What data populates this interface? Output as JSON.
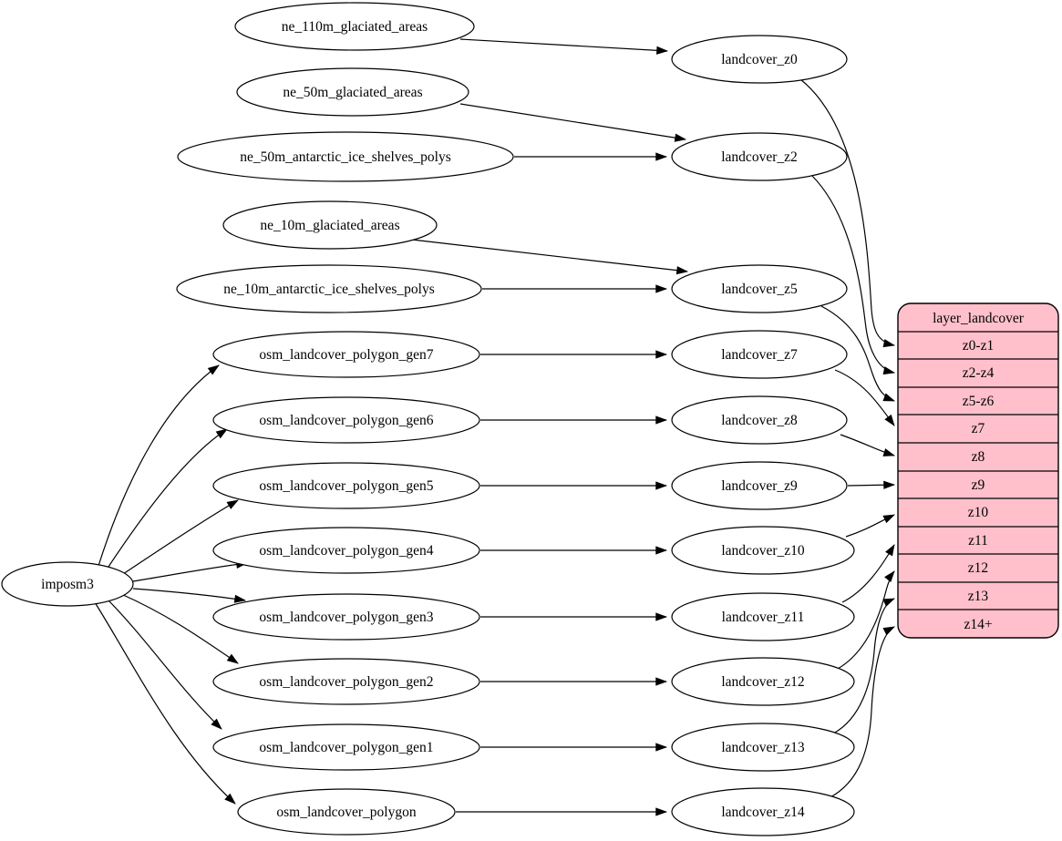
{
  "diagram": {
    "background_color": "#ffffff",
    "edge_color": "#000000",
    "node_fill": "#ffffff",
    "node_stroke": "#000000"
  },
  "nodes": {
    "imposm3": "imposm3",
    "ne_110m_glaciated_areas": "ne_110m_glaciated_areas",
    "ne_50m_glaciated_areas": "ne_50m_glaciated_areas",
    "ne_50m_antarctic_ice_shelves_polys": "ne_50m_antarctic_ice_shelves_polys",
    "ne_10m_glaciated_areas": "ne_10m_glaciated_areas",
    "ne_10m_antarctic_ice_shelves_polys": "ne_10m_antarctic_ice_shelves_polys",
    "osm_landcover_polygon_gen7": "osm_landcover_polygon_gen7",
    "osm_landcover_polygon_gen6": "osm_landcover_polygon_gen6",
    "osm_landcover_polygon_gen5": "osm_landcover_polygon_gen5",
    "osm_landcover_polygon_gen4": "osm_landcover_polygon_gen4",
    "osm_landcover_polygon_gen3": "osm_landcover_polygon_gen3",
    "osm_landcover_polygon_gen2": "osm_landcover_polygon_gen2",
    "osm_landcover_polygon_gen1": "osm_landcover_polygon_gen1",
    "osm_landcover_polygon": "osm_landcover_polygon",
    "landcover_z0": "landcover_z0",
    "landcover_z2": "landcover_z2",
    "landcover_z5": "landcover_z5",
    "landcover_z7": "landcover_z7",
    "landcover_z8": "landcover_z8",
    "landcover_z9": "landcover_z9",
    "landcover_z10": "landcover_z10",
    "landcover_z11": "landcover_z11",
    "landcover_z12": "landcover_z12",
    "landcover_z13": "landcover_z13",
    "landcover_z14": "landcover_z14"
  },
  "table": {
    "title": "layer_landcover",
    "fill": "#ffc0cb",
    "rows": [
      "z0-z1",
      "z2-z4",
      "z5-z6",
      "z7",
      "z8",
      "z9",
      "z10",
      "z11",
      "z12",
      "z13",
      "z14+"
    ]
  },
  "edges": [
    {
      "from": "imposm3",
      "to": "osm_landcover_polygon_gen7"
    },
    {
      "from": "imposm3",
      "to": "osm_landcover_polygon_gen6"
    },
    {
      "from": "imposm3",
      "to": "osm_landcover_polygon_gen5"
    },
    {
      "from": "imposm3",
      "to": "osm_landcover_polygon_gen4"
    },
    {
      "from": "imposm3",
      "to": "osm_landcover_polygon_gen3"
    },
    {
      "from": "imposm3",
      "to": "osm_landcover_polygon_gen2"
    },
    {
      "from": "imposm3",
      "to": "osm_landcover_polygon_gen1"
    },
    {
      "from": "imposm3",
      "to": "osm_landcover_polygon"
    },
    {
      "from": "ne_110m_glaciated_areas",
      "to": "landcover_z0"
    },
    {
      "from": "ne_50m_glaciated_areas",
      "to": "landcover_z2"
    },
    {
      "from": "ne_50m_antarctic_ice_shelves_polys",
      "to": "landcover_z2"
    },
    {
      "from": "ne_10m_glaciated_areas",
      "to": "landcover_z5"
    },
    {
      "from": "ne_10m_antarctic_ice_shelves_polys",
      "to": "landcover_z5"
    },
    {
      "from": "osm_landcover_polygon_gen7",
      "to": "landcover_z7"
    },
    {
      "from": "osm_landcover_polygon_gen6",
      "to": "landcover_z8"
    },
    {
      "from": "osm_landcover_polygon_gen5",
      "to": "landcover_z9"
    },
    {
      "from": "osm_landcover_polygon_gen4",
      "to": "landcover_z10"
    },
    {
      "from": "osm_landcover_polygon_gen3",
      "to": "landcover_z11"
    },
    {
      "from": "osm_landcover_polygon_gen2",
      "to": "landcover_z12"
    },
    {
      "from": "osm_landcover_polygon_gen1",
      "to": "landcover_z13"
    },
    {
      "from": "osm_landcover_polygon",
      "to": "landcover_z14"
    },
    {
      "from": "landcover_z0",
      "to": "layer_landcover:z0-z1"
    },
    {
      "from": "landcover_z2",
      "to": "layer_landcover:z2-z4"
    },
    {
      "from": "landcover_z5",
      "to": "layer_landcover:z5-z6"
    },
    {
      "from": "landcover_z7",
      "to": "layer_landcover:z7"
    },
    {
      "from": "landcover_z8",
      "to": "layer_landcover:z8"
    },
    {
      "from": "landcover_z9",
      "to": "layer_landcover:z9"
    },
    {
      "from": "landcover_z10",
      "to": "layer_landcover:z10"
    },
    {
      "from": "landcover_z11",
      "to": "layer_landcover:z11"
    },
    {
      "from": "landcover_z12",
      "to": "layer_landcover:z12"
    },
    {
      "from": "landcover_z13",
      "to": "layer_landcover:z13"
    },
    {
      "from": "landcover_z14",
      "to": "layer_landcover:z14+"
    }
  ]
}
